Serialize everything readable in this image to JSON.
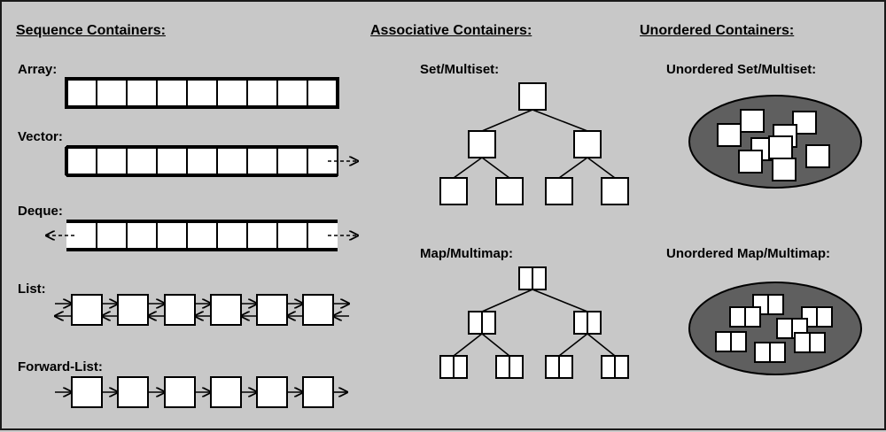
{
  "headings": {
    "sequence": "Sequence Containers:",
    "associative": "Associative Containers:",
    "unordered": "Unordered Containers:"
  },
  "labels": {
    "array": "Array:",
    "vector": "Vector:",
    "deque": "Deque:",
    "list": "List:",
    "forward_list": "Forward-List:",
    "set_multiset": "Set/Multiset:",
    "map_multimap": "Map/Multimap:",
    "unordered_set_multiset": "Unordered Set/Multiset:",
    "unordered_map_multimap": "Unordered Map/Multimap:"
  },
  "colors": {
    "background": "#c8c8c8",
    "box_fill": "#ffffff",
    "stroke": "#000000",
    "ellipse_fill": "#5f5f5f"
  }
}
